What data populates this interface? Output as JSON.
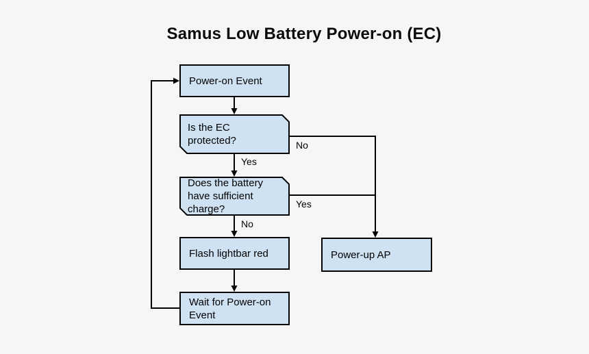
{
  "title": "Samus Low Battery Power-on (EC)",
  "colors": {
    "background": "#f6f6f6",
    "node_fill": "#cfe2f3",
    "node_border": "#000000",
    "connector": "#000000",
    "text": "#000000"
  },
  "nodes": {
    "power_on_event": {
      "label": "Power-on Event",
      "shape": "rectangle"
    },
    "ec_protected": {
      "label": "Is the EC protected?",
      "shape": "beveled-rectangle"
    },
    "battery_charge": {
      "label": "Does the battery have sufficient charge?",
      "shape": "beveled-rectangle"
    },
    "flash_lightbar": {
      "label": "Flash lightbar red",
      "shape": "rectangle"
    },
    "wait_power_on": {
      "label": "Wait for Power-on Event",
      "shape": "rectangle"
    },
    "power_up_ap": {
      "label": "Power-up AP",
      "shape": "rectangle"
    }
  },
  "edges": [
    {
      "from": "power_on_event",
      "to": "ec_protected",
      "label": ""
    },
    {
      "from": "ec_protected",
      "to": "battery_charge",
      "label": "Yes"
    },
    {
      "from": "ec_protected",
      "to": "power_up_ap",
      "label": "No"
    },
    {
      "from": "battery_charge",
      "to": "power_up_ap",
      "label": "Yes"
    },
    {
      "from": "battery_charge",
      "to": "flash_lightbar",
      "label": "No"
    },
    {
      "from": "flash_lightbar",
      "to": "wait_power_on",
      "label": ""
    },
    {
      "from": "wait_power_on",
      "to": "power_on_event",
      "label": ""
    }
  ]
}
